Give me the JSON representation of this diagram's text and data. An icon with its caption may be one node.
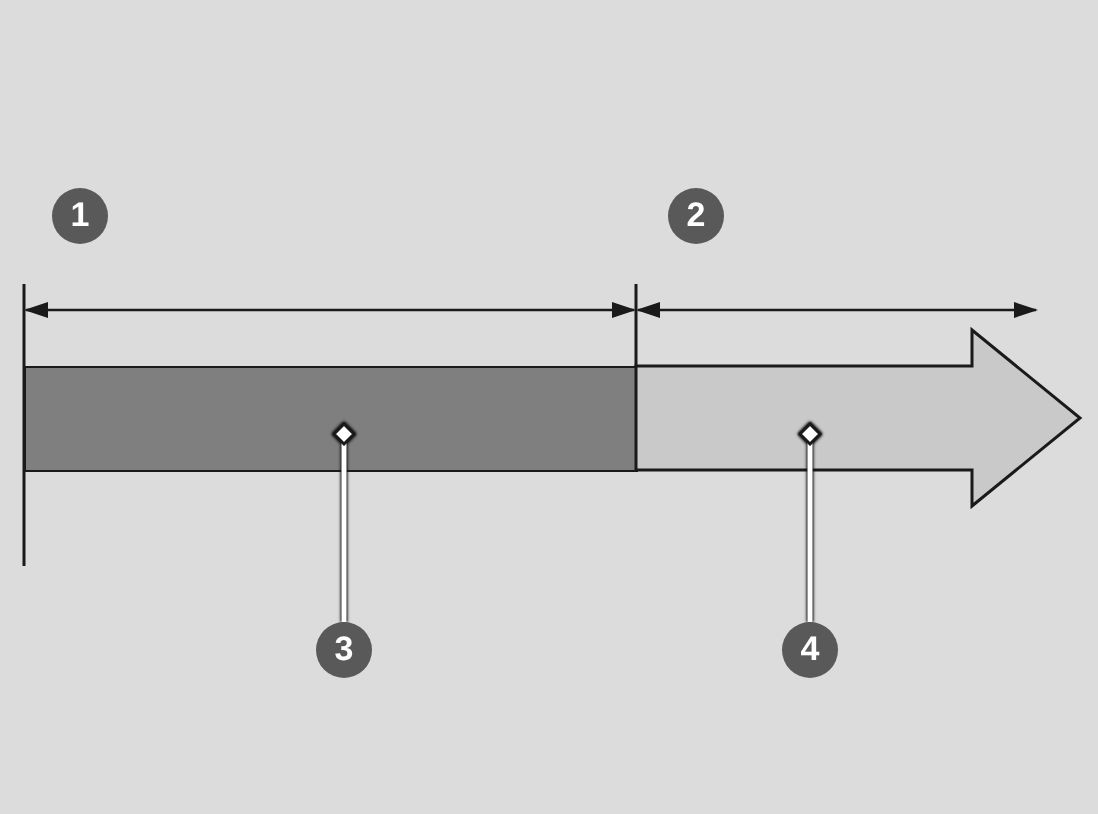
{
  "diagram": {
    "nodes": [
      {
        "text": [
          "1"
        ]
      },
      {
        "text": [
          "2"
        ]
      },
      {
        "text": [],
        "shape": "bar"
      },
      {
        "text": [],
        "shape": "arrow"
      },
      {
        "text": [
          "3"
        ]
      },
      {
        "text": [
          "4"
        ]
      }
    ],
    "edges": [
      {
        "from": 4,
        "to": 2,
        "arrow": "other"
      },
      {
        "from": 5,
        "to": 3,
        "arrow": "other"
      }
    ]
  }
}
